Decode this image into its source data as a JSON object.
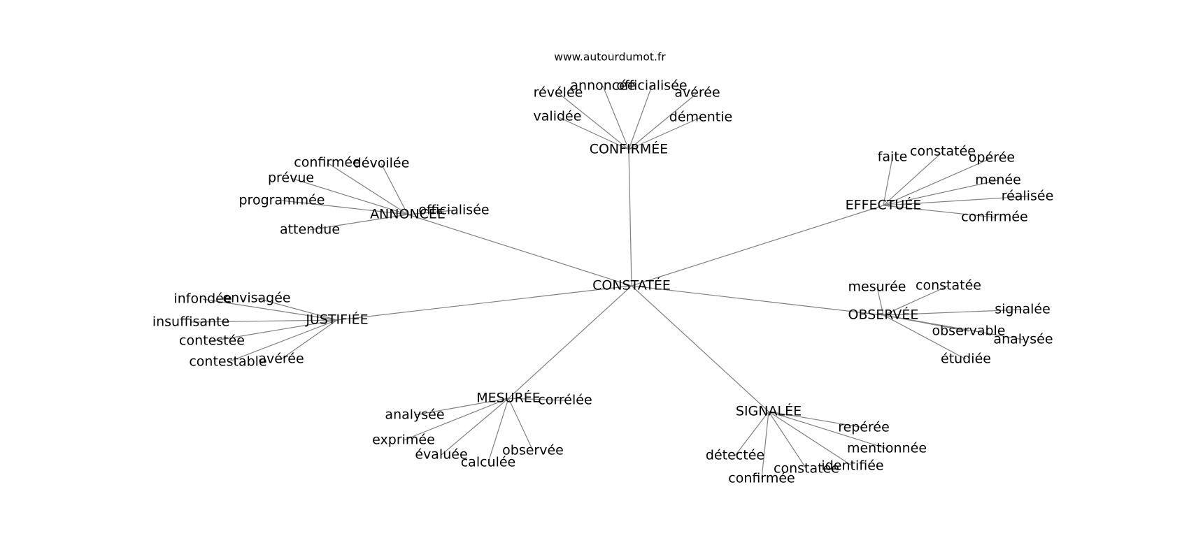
{
  "site": "www.autourdumot.fr",
  "center": "CONSTATÉE",
  "hubs": [
    {
      "id": "confirmee",
      "label": "CONFIRMÉE",
      "leaves": [
        "révélée",
        "annoncée",
        "officialisée",
        "avérée",
        "validée",
        "démentie"
      ]
    },
    {
      "id": "annoncee",
      "label": "ANNONCÉE",
      "leaves": [
        "confirmée",
        "dévoilée",
        "prévue",
        "programmée",
        "officialisée",
        "attendue"
      ]
    },
    {
      "id": "effectuee",
      "label": "EFFECTUÉE",
      "leaves": [
        "faite",
        "constatée",
        "opérée",
        "menée",
        "réalisée",
        "confirmée"
      ]
    },
    {
      "id": "observee",
      "label": "OBSERVÉE",
      "leaves": [
        "mesurée",
        "constatée",
        "signalée",
        "observable",
        "analysée",
        "étudiée"
      ]
    },
    {
      "id": "justifiee",
      "label": "JUSTIFIÉE",
      "leaves": [
        "infondée",
        "envisagée",
        "insuffisante",
        "contestée",
        "contestable",
        "avérée"
      ]
    },
    {
      "id": "mesuree",
      "label": "MESURÉE",
      "leaves": [
        "corrélée",
        "analysée",
        "exprimée",
        "évaluée",
        "calculée",
        "observée"
      ]
    },
    {
      "id": "signalee",
      "label": "SIGNALÉE",
      "leaves": [
        "repérée",
        "mentionnée",
        "détectée",
        "confirmée",
        "constatée",
        "identifiée"
      ]
    }
  ]
}
